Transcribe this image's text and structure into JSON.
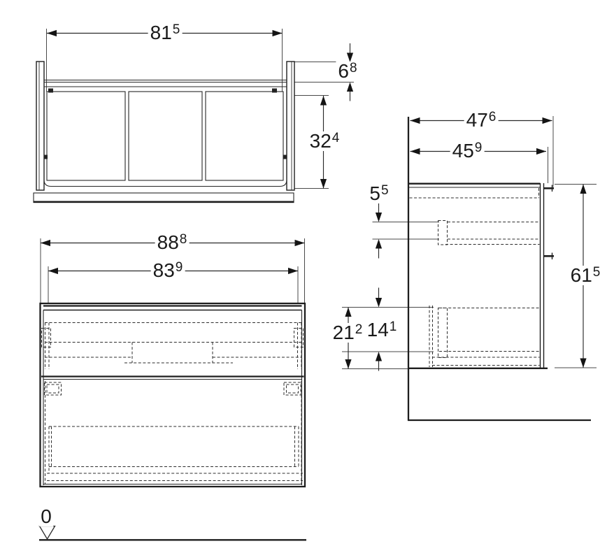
{
  "drawing": {
    "type": "furniture-technical-drawing",
    "views": {
      "top_view": "plan view of washbasin cabinet",
      "front_view": "front elevation with two drawers",
      "side_view": "side section against wall"
    },
    "dimensions": {
      "top_width": {
        "value": "81",
        "sup": "5"
      },
      "apron_height": {
        "value": "6",
        "sup": "8"
      },
      "top_depth": {
        "value": "32",
        "sup": "4"
      },
      "front_width_outer": {
        "value": "88",
        "sup": "8"
      },
      "front_width_inner": {
        "value": "83",
        "sup": "9"
      },
      "side_depth_outer": {
        "value": "47",
        "sup": "6"
      },
      "side_depth_inner": {
        "value": "45",
        "sup": "9"
      },
      "drawer_top_offset": {
        "value": "5",
        "sup": "5"
      },
      "cabinet_height": {
        "value": "61",
        "sup": "5"
      },
      "bottom_clearance": {
        "value": "21",
        "sup": "2"
      },
      "drawer_front_height": {
        "value": "14",
        "sup": "1"
      }
    },
    "datum": {
      "label": "0"
    },
    "colors": {
      "line": "#1e1e1e",
      "dim_line": "#2a2a2a",
      "extension_line": "#4a4a4a",
      "arrow": "#141414",
      "background": "#ffffff"
    }
  }
}
